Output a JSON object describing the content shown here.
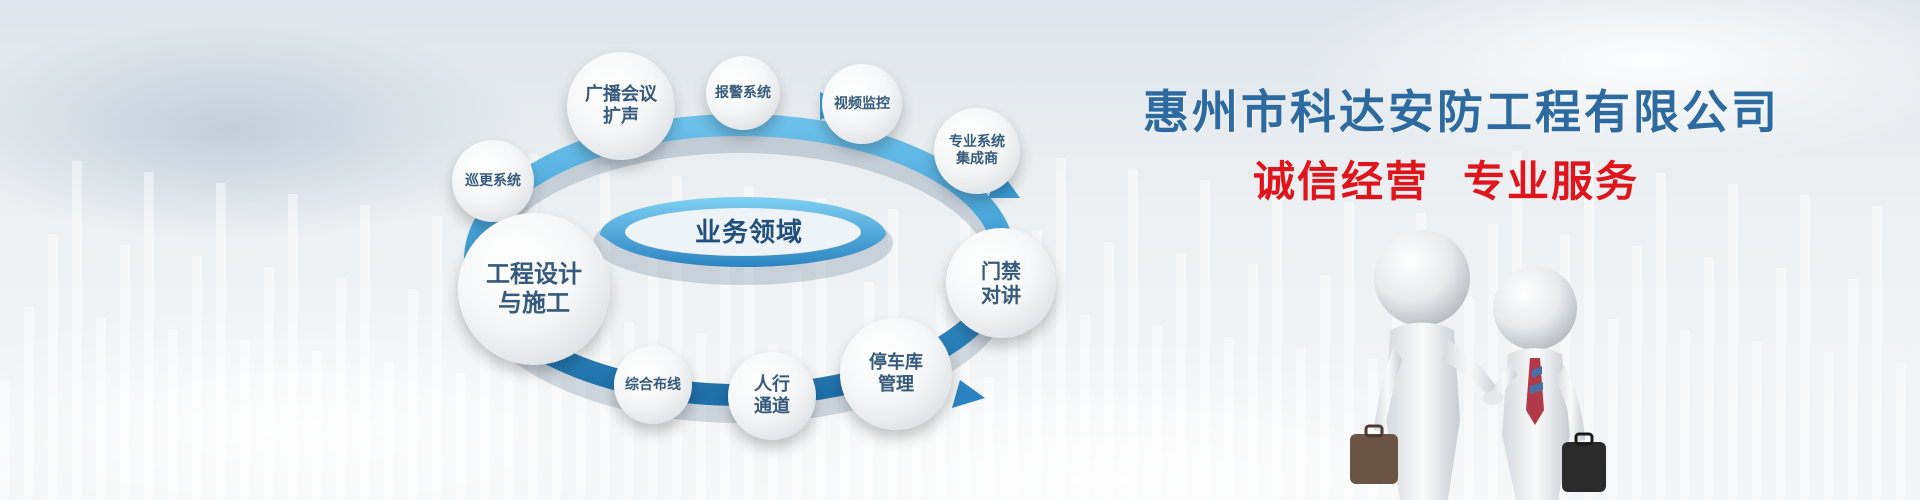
{
  "company_name": "惠州市科达安防工程有限公司",
  "slogan": {
    "left": "诚信经营",
    "right": "专业服务"
  },
  "center_label": "业务领域",
  "services": {
    "broadcast": [
      "广播会议",
      "扩声"
    ],
    "alarm": "报警系统",
    "video": "视频监控",
    "integrator": [
      "专业系统",
      "集成商"
    ],
    "patrol": "巡更系统",
    "engineering": [
      "工程设计",
      "与施工"
    ],
    "access": [
      "门禁",
      "对讲"
    ],
    "cabling": "综合布线",
    "pedestrian": [
      "人行",
      "通道"
    ],
    "parking": [
      "停车库",
      "管理"
    ]
  },
  "colors": {
    "title_blue": "#2c6aa0",
    "slogan_red": "#e0141b",
    "arrow_blue": "#3a9ad3"
  }
}
